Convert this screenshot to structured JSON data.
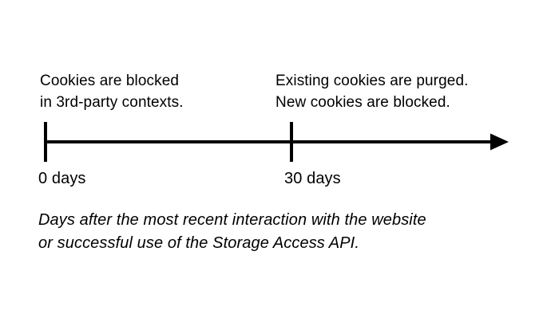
{
  "diagram": {
    "type": "timeline",
    "axis_unit": "days",
    "stages": [
      {
        "tick_value": 0,
        "tick_label": "0 days",
        "label_line1": "Cookies are blocked",
        "label_line2": "in 3rd-party contexts."
      },
      {
        "tick_value": 30,
        "tick_label": "30 days",
        "label_line1": "Existing cookies are purged.",
        "label_line2": "New cookies are blocked."
      }
    ],
    "caption": {
      "line1": "Days after the most recent interaction with the website",
      "line2": "or successful use of the Storage Access API."
    }
  },
  "colors": {
    "ink": "#000000",
    "background": "#ffffff"
  }
}
